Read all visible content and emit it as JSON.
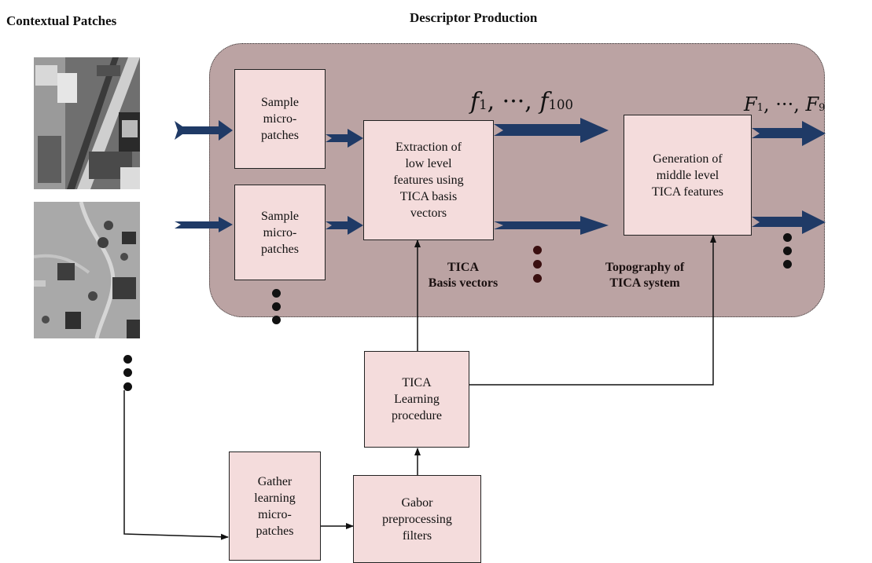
{
  "headings": {
    "contextual_patches": "Contextual  Patches",
    "descriptor_production": "Descriptor Production"
  },
  "boxes": {
    "sample1": "Sample\nmicro-\npatches",
    "sample2": "Sample\nmicro-\npatches",
    "extraction": "Extraction of\nlow level\nfeatures using\nTICA basis\nvectors",
    "generation": "Generation of\nmiddle level\nTICA features",
    "tica_learning": "TICA\nLearning\nprocedure",
    "gather": "Gather\nlearning\nmicro-\npatches",
    "gabor": "Gabor\npreprocessing\nfilters"
  },
  "labels": {
    "tica_basis": "TICA\nBasis vectors",
    "topography": "Topography of\nTICA system"
  },
  "math": {
    "low_features": {
      "first_var": "f",
      "first_sub": "1",
      "sep": ", ···, ",
      "last_var": "f",
      "last_sub": "100"
    },
    "mid_features": {
      "first_var": "F",
      "first_sub": "1",
      "sep": ", ···, ",
      "last_var": "F",
      "last_sub": "9"
    }
  },
  "colors": {
    "panel": "#bba3a3",
    "box": "#f4dcdc",
    "thick_arrow": "#1f3a66",
    "ellipsis_dots": "#3a0f10"
  },
  "images": [
    "aerial-photo-industrial",
    "aerial-photo-rural"
  ]
}
